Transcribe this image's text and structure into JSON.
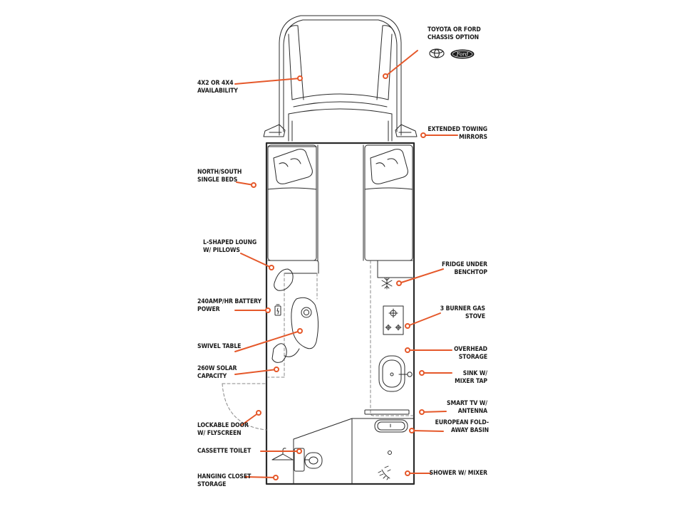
{
  "accent_color": "#e5582a",
  "line_color": "#2b2b2b",
  "brand_logos": [
    "toyota-logo",
    "ford-logo"
  ],
  "brand_ford_text": "Ford",
  "labels": {
    "chassis": [
      "TOYOTA OR FORD",
      "CHASSIS OPTION"
    ],
    "drive": [
      "4X2 OR 4X4",
      "AVAILABILITY"
    ],
    "mirrors": [
      "EXTENDED TOWING",
      "MIRRORS"
    ],
    "beds": [
      "NORTH/SOUTH",
      "SINGLE BEDS"
    ],
    "lounge": [
      "L-SHAPED LOUNG",
      "W/ PILLOWS"
    ],
    "fridge": [
      "FRIDGE UNDER",
      "BENCHTOP"
    ],
    "battery": [
      "240AMP/HR BATTERY",
      "POWER"
    ],
    "stove": [
      "3 BURNER GAS",
      "STOVE"
    ],
    "storage": [
      "OVERHEAD",
      "STORAGE"
    ],
    "table": [
      "SWIVEL TABLE"
    ],
    "solar": [
      "260W SOLAR",
      "CAPACITY"
    ],
    "sink": [
      "SINK W/",
      "MIXER TAP"
    ],
    "tv": [
      "SMART TV W/",
      "ANTENNA"
    ],
    "door": [
      "LOCKABLE DOOR",
      "W/ FLYSCREEN"
    ],
    "basin": [
      "EUROPEAN FOLD-",
      "AWAY BASIN"
    ],
    "toilet": [
      "CASSETTE TOILET"
    ],
    "closet": [
      "HANGING CLOSET",
      "STORAGE"
    ],
    "shower": [
      "SHOWER W/ MIXER"
    ]
  }
}
